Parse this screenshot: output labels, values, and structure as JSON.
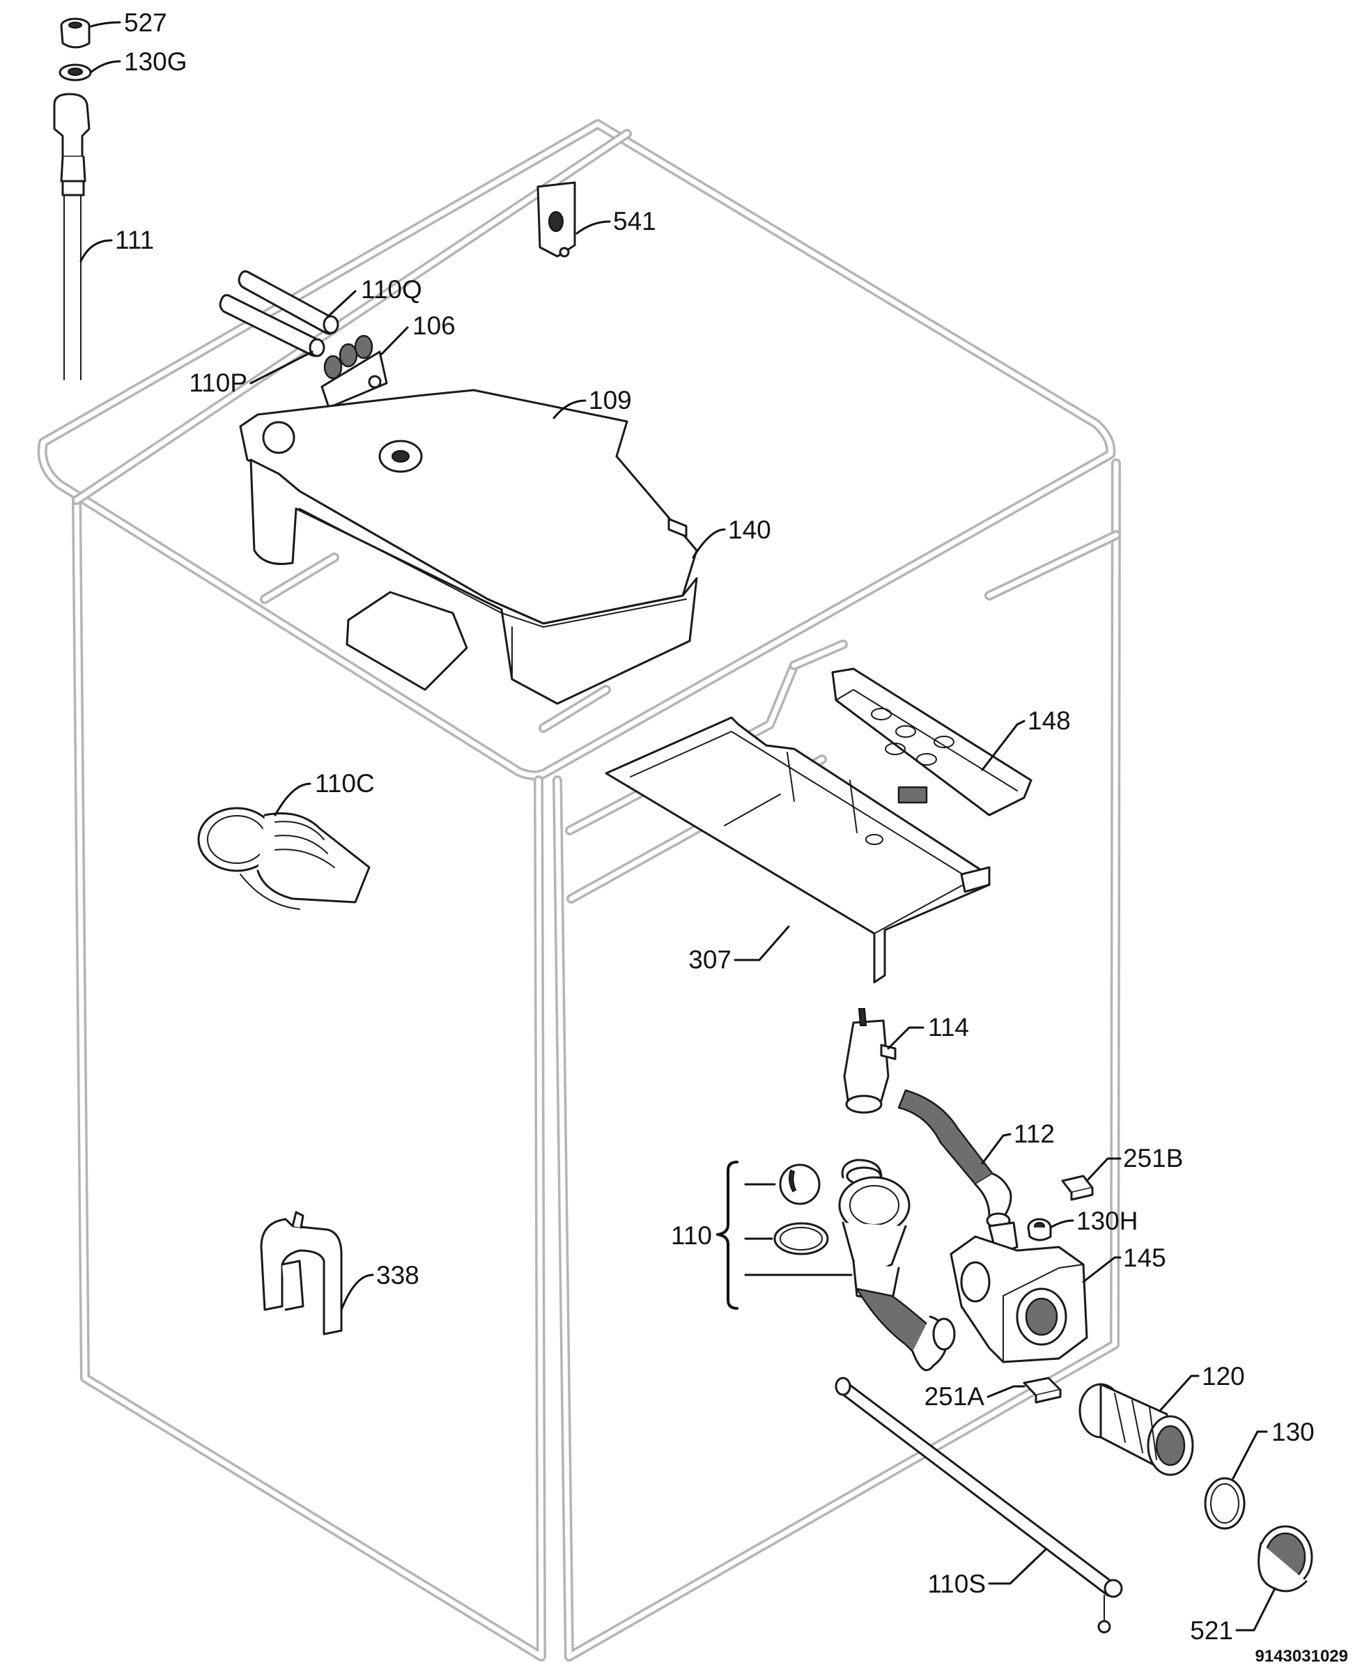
{
  "labels": {
    "p527": "527",
    "p130G": "130G",
    "p111": "111",
    "p541": "541",
    "p110Q": "110Q",
    "p106": "106",
    "p110P": "110P",
    "p109": "109",
    "p140": "140",
    "p148": "148",
    "p110C": "110C",
    "p307": "307",
    "p114": "114",
    "p112": "112",
    "p251B": "251B",
    "p110": "110",
    "p130H": "130H",
    "p145": "145",
    "p338": "338",
    "p120": "120",
    "p251A": "251A",
    "p130": "130",
    "p110S": "110S",
    "p521": "521"
  },
  "document_number": "9143031029"
}
